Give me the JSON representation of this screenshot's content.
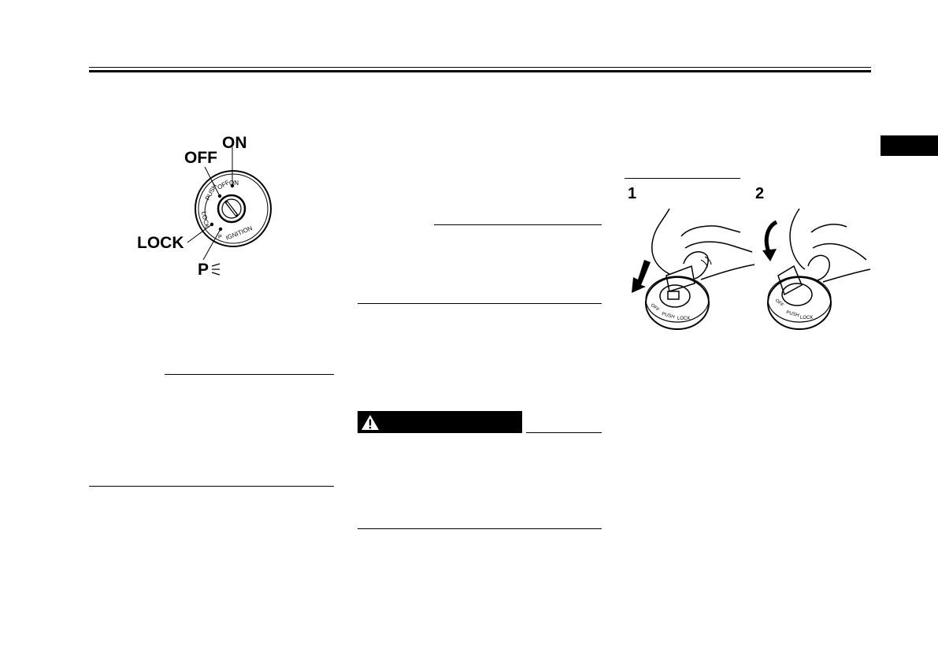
{
  "colors": {
    "ink": "#000000",
    "paper": "#ffffff"
  },
  "ignition_switch": {
    "label_on": "ON",
    "label_off": "OFF",
    "label_lock": "LOCK",
    "label_p": "P",
    "ring_text_push": "PUSH",
    "ring_text_off": "OFF",
    "ring_text_on": "ON",
    "ring_text_lock": "LOCK",
    "ring_text_ignition": "IGNITION",
    "ring_text_p": "P"
  },
  "steering_lock_steps": {
    "step_1": "1",
    "step_2": "2"
  },
  "icons": {
    "warning": "warning-triangle-icon",
    "parking_light": "parking-light-icon"
  }
}
